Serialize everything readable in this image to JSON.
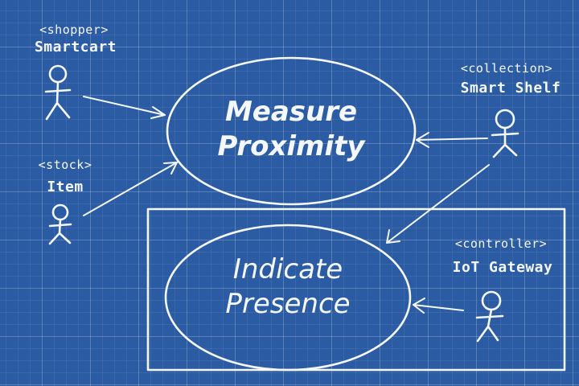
{
  "actors": [
    {
      "id": "smart-cart",
      "stereotype": "<shopper>",
      "name": "Smartcart"
    },
    {
      "id": "item",
      "stereotype": "<stock>",
      "name": "Item"
    },
    {
      "id": "smart-shelf",
      "stereotype": "<collection>",
      "name": "Smart Shelf"
    },
    {
      "id": "iot-gateway",
      "stereotype": "<controller>",
      "name": "IoT Gateway"
    }
  ],
  "use_cases": [
    {
      "id": "measure-proximity",
      "line1": "Measure",
      "line2": "Proximity"
    },
    {
      "id": "indicate-presence",
      "line1": "Indicate",
      "line2": "Presence"
    }
  ],
  "colors": {
    "background": "#2b5ba3",
    "ink": "#f4f7fb"
  }
}
